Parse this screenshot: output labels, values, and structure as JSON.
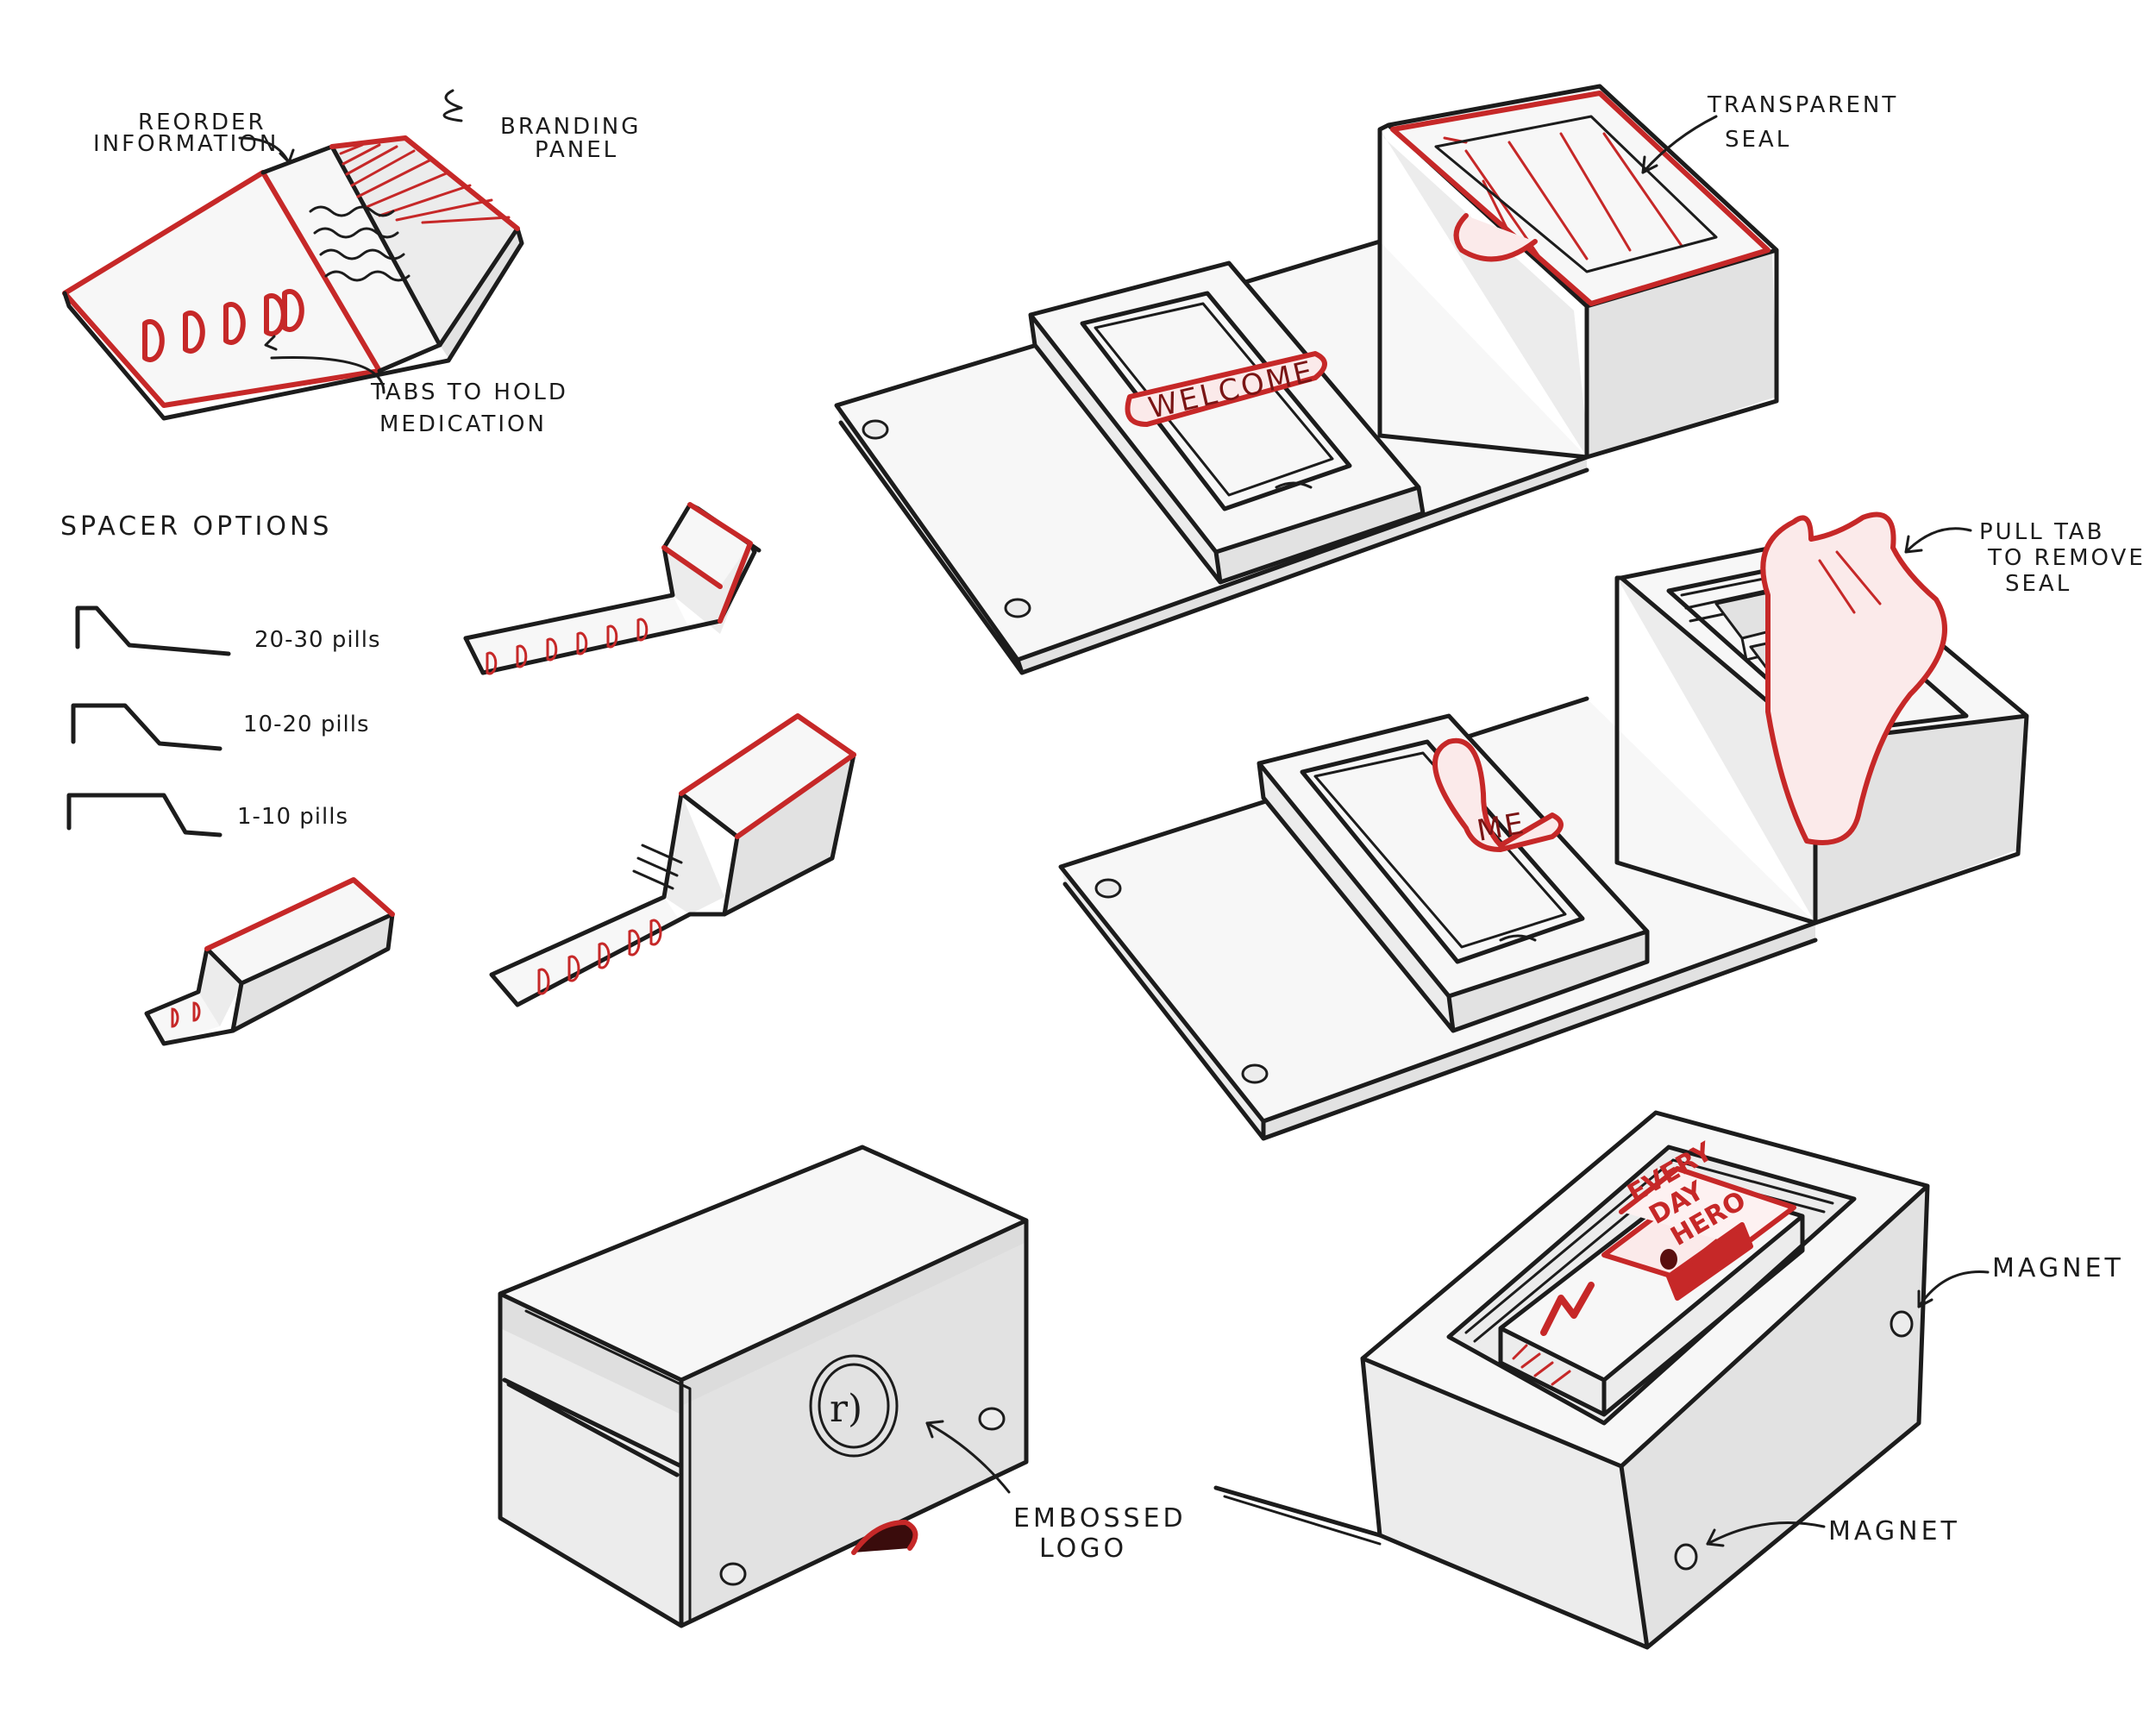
{
  "labels": {
    "reorder_line1": "REORDER",
    "reorder_line2": "INFORMATION",
    "branding_line1": "BRANDING",
    "branding_line2": "PANEL",
    "tabs_line1": "TABS TO HOLD",
    "tabs_line2": "MEDICATION",
    "spacer_title": "SPACER OPTIONS",
    "spacer_option_1": "20-30 pills",
    "spacer_option_2": "10-20 pills",
    "spacer_option_3": "1-10 pills",
    "seal_line1": "TRANSPARENT",
    "seal_line2": "SEAL",
    "pull_line1": "PULL TAB",
    "pull_line2": "TO REMOVE",
    "pull_line3": "SEAL",
    "welcome": "WELCOME",
    "welcome_partial": "ME",
    "logo_line1": "EMBOSSED",
    "logo_line2": "LOGO",
    "logo_mark": "r)",
    "magnet_top": "MAGNET",
    "magnet_bottom": "MAGNET",
    "card_line1": "EVERY",
    "card_line2": "DAY",
    "card_line3": "HERO"
  },
  "colors": {
    "ink": "#1c1c1c",
    "accent_red": "#c62828",
    "paper": "#ffffff"
  }
}
